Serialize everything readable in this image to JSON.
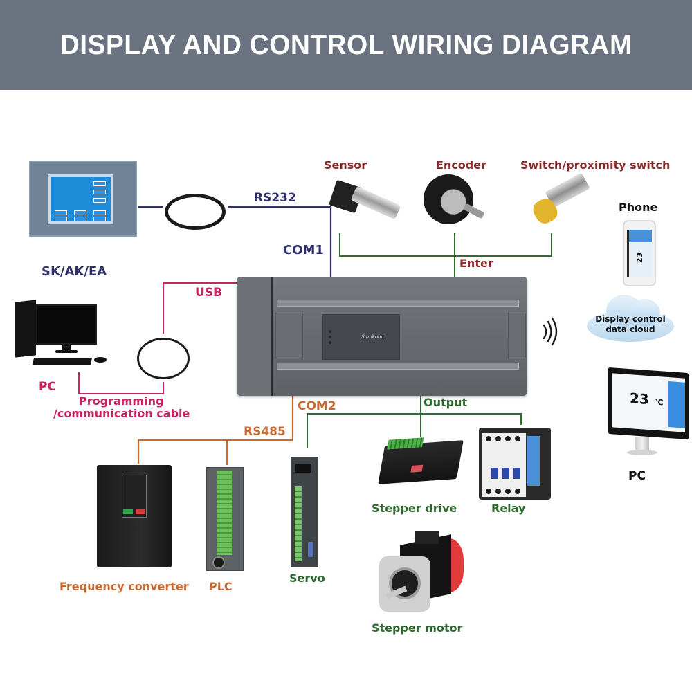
{
  "header": {
    "title": "DISPLAY AND CONTROL WIRING DIAGRAM"
  },
  "colors": {
    "header_bg": "#6b7280",
    "rs232_wire": "#2e2f6b",
    "usb_wire": "#c8245f",
    "input_wire": "#2f6b2f",
    "rs485_wire": "#c96a32",
    "output_wire": "#2f6b2f",
    "input_label": "#8b2b2b",
    "pc_label": "#c8245f",
    "rs485_label": "#c96a32",
    "output_label": "#2f6b2f"
  },
  "labels": {
    "hmi_model": "SK/AK/EA",
    "rs232": "RS232",
    "com1": "COM1",
    "usb": "USB",
    "pc_left": "PC",
    "programming_cable": "Programming\n/communication cable",
    "programming_line1": "Programming",
    "programming_line2": "/communication cable",
    "sensor": "Sensor",
    "encoder": "Encoder",
    "switch": "Switch/proximity switch",
    "enter": "Enter",
    "phone": "Phone",
    "cloud_line1": "Display control",
    "cloud_line2": "data cloud",
    "pc_right": "PC",
    "com2": "COM2",
    "rs485": "RS485",
    "output": "Output",
    "frequency_converter": "Frequency converter",
    "plc": "PLC",
    "servo": "Servo",
    "stepper_drive": "Stepper drive",
    "relay": "Relay",
    "stepper_motor": "Stepper motor"
  },
  "screens": {
    "phone_temp": "23",
    "monitor_temp": "23",
    "monitor_unit": "°C",
    "controller_brand": "Samkoon"
  },
  "icons": {
    "wireless": "wireless-signal-icon"
  }
}
